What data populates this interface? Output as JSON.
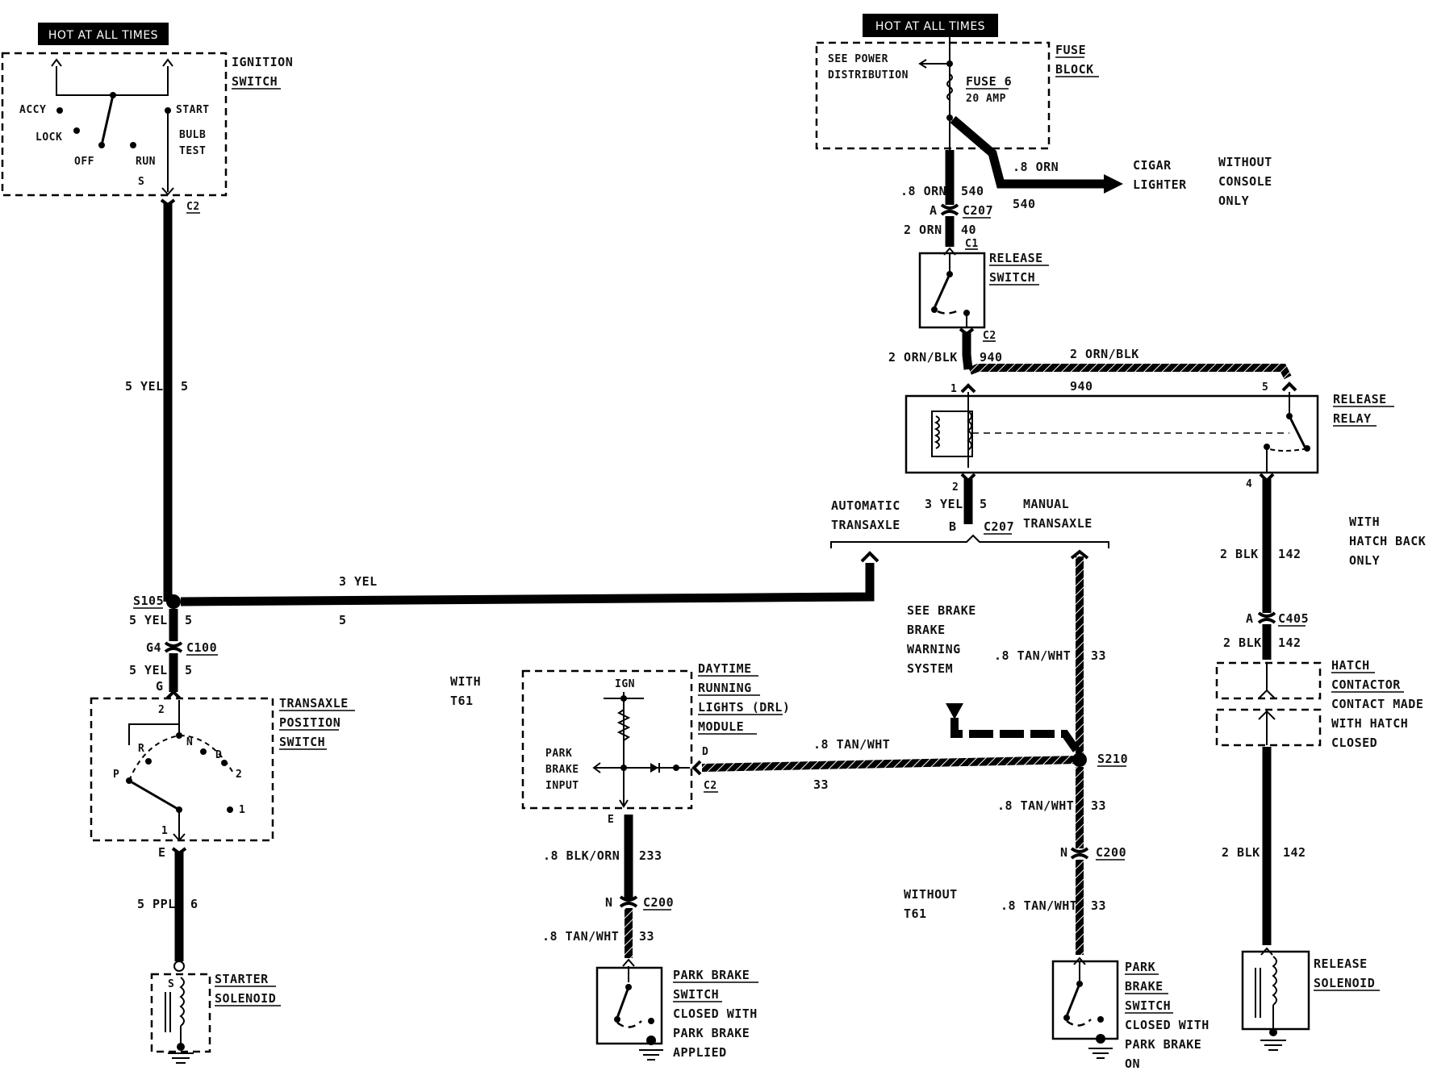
{
  "header_left": "HOT AT ALL TIMES",
  "header_right": "HOT AT ALL TIMES",
  "ignition": {
    "title1": "IGNITION",
    "title2": "SWITCH",
    "accy": "ACCY",
    "lock": "LOCK",
    "off": "OFF",
    "run": "RUN",
    "start": "START",
    "bulb": "BULB",
    "test": "TEST",
    "s": "S",
    "conn": "C2"
  },
  "fuse_block": {
    "title1": "FUSE",
    "title2": "BLOCK",
    "see1": "SEE POWER",
    "see2": "DISTRIBUTION",
    "fuse": "FUSE 6",
    "amp": "20 AMP"
  },
  "cigar": {
    "wire": ".8 ORN",
    "num": "540",
    "l1": "CIGAR",
    "l2": "LIGHTER",
    "n1": "WITHOUT",
    "n2": "CONSOLE",
    "n3": "ONLY"
  },
  "release_switch_top": {
    "w1": ".8 ORN",
    "n1": "540",
    "pin_a": "A",
    "c207": "C207",
    "w2": "2 ORN",
    "n2": "40",
    "c1": "C1",
    "title1": "RELEASE",
    "title2": "SWITCH",
    "c2": "C2",
    "w3": "2 ORN/BLK",
    "n3": "940"
  },
  "relay": {
    "wire_top": "2 ORN/BLK",
    "num_top": "940",
    "pin1": "1",
    "pin5": "5",
    "pin2": "2",
    "pin4": "4",
    "title1": "RELEASE",
    "title2": "RELAY"
  },
  "c207b": {
    "w": "3 YEL",
    "n": "5",
    "pin": "B",
    "conn": "C207",
    "auto1": "AUTOMATIC",
    "auto2": "TRANSAXLE",
    "man1": "MANUAL",
    "man2": "TRANSAXLE"
  },
  "left_main": {
    "w1": "5 YEL",
    "n1": "5",
    "s105": "S105",
    "w_mid": "3 YEL",
    "n_mid": "5",
    "w2": "5 YEL",
    "n2": "5",
    "g4": "G4",
    "c100": "C100",
    "w3": "5 YEL",
    "n3": "5",
    "pin_g": "G"
  },
  "transaxle": {
    "title1": "TRANSAXLE",
    "title2": "POSITION",
    "title3": "SWITCH",
    "p2": "2",
    "r": "R",
    "n": "N",
    "d": "D",
    "two": "2",
    "p": "P",
    "one": "1",
    "p1": "1",
    "e": "E",
    "w": "5 PPL",
    "num": "6"
  },
  "starter": {
    "s": "S",
    "title1": "STARTER",
    "title2": "SOLENOID"
  },
  "with_t61": {
    "l1": "WITH",
    "l2": "T61"
  },
  "without_t61": {
    "l1": "WITHOUT",
    "l2": "T61"
  },
  "drl": {
    "t1": "DAYTIME",
    "t2": "RUNNING",
    "t3": "LIGHTS (DRL)",
    "t4": "MODULE",
    "ign": "IGN",
    "park": "PARK",
    "brake": "BRAKE",
    "input": "INPUT",
    "d": "D",
    "c2": "C2",
    "e": "E",
    "w_out": ".8 TAN/WHT",
    "n_out": "33",
    "w1": ".8 BLK/ORN",
    "n1": "233",
    "pin_n": "N",
    "c200": "C200",
    "w2": ".8 TAN/WHT",
    "n2": "33"
  },
  "park_left": {
    "t1": "PARK BRAKE",
    "t2": "SWITCH",
    "t3": "CLOSED WITH",
    "t4": "PARK BRAKE",
    "t5": "APPLIED"
  },
  "brake_warn": {
    "l1": "SEE BRAKE",
    "l2": "BRAKE",
    "l3": "WARNING",
    "l4": "SYSTEM",
    "w1": ".8 TAN/WHT",
    "n1": "33",
    "s210": "S210",
    "w2": ".8 TAN/WHT",
    "n2": "33",
    "pin_n": "N",
    "c200": "C200",
    "w3": ".8 TAN/WHT",
    "n3": "33"
  },
  "park_right": {
    "t1": "PARK",
    "t2": "BRAKE",
    "t3": "SWITCH",
    "t4": "CLOSED WITH",
    "t5": "PARK BRAKE",
    "t6": "ON"
  },
  "hatch": {
    "w1": "2 BLK",
    "n1": "142",
    "h1": "WITH",
    "h2": "HATCH BACK",
    "h3": "ONLY",
    "pin_a": "A",
    "c405": "C405",
    "w2": "2 BLK",
    "n2": "142",
    "t1": "HATCH",
    "t2": "CONTACTOR",
    "t3": "CONTACT MADE",
    "t4": "WITH HATCH",
    "t5": "CLOSED",
    "w3": "2 BLK",
    "n3": "142",
    "s1": "RELEASE",
    "s2": "SOLENOID"
  }
}
